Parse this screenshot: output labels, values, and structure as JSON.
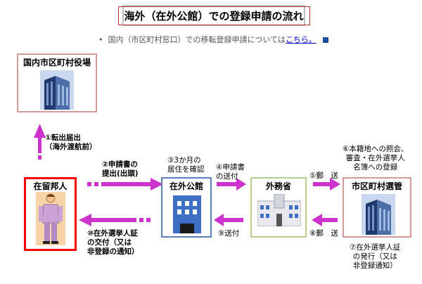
{
  "title": "海外（在外公館）での登録申請の流れ",
  "note": {
    "text": "国内（市区町村窓口）での移転登録申請については",
    "link": "こちら。"
  },
  "boxes": {
    "domestic_office": "国内市区町村役場",
    "resident": "在留邦人",
    "embassy": "在外公館",
    "mofa": "外務省",
    "election_board": "市区町村選管"
  },
  "steps": {
    "s1": [
      "①転出届出",
      "（海外渡航前）"
    ],
    "s2": [
      "②申請書の",
      "提出(出頭)"
    ],
    "s3": [
      "③3か月の",
      "居住を確認"
    ],
    "s4": [
      "④申請書",
      "の送付"
    ],
    "s5": "⑤郵　送",
    "s6": [
      "⑥本籍地への照会、",
      "審査・在外選挙人",
      "名簿への登録"
    ],
    "s7": [
      "⑦在外選挙人証",
      "の発行（又は",
      "非登録通知）"
    ],
    "s8": "⑧郵　送",
    "s9": "⑨送付",
    "s10": [
      "⑩在外選挙人証",
      "の交付（又は",
      "非登録の通知）"
    ]
  },
  "colors": {
    "arrow": "#cc33cc",
    "resident_border": "#ff0000",
    "office_border": "#d49a9a",
    "embassy_border": "#5b7fb5",
    "mofa_border": "#b5cc8e"
  }
}
